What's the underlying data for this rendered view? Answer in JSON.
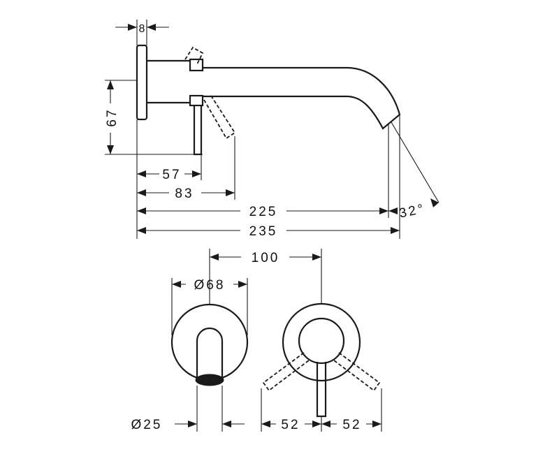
{
  "dimensions": {
    "rosette_thickness": "8",
    "height": "67",
    "lever_offset": "57",
    "lever_reach": "83",
    "spout_projection": "225",
    "total_projection": "235",
    "spout_angle": "32°",
    "center_distance": "100",
    "rosette_diameter": "Ø68",
    "spout_diameter": "Ø25",
    "lever_left": "52",
    "lever_right": "52"
  },
  "colors": {
    "line": "#1a1a1a",
    "outlet": "#1a1a1a",
    "background": "#ffffff"
  }
}
